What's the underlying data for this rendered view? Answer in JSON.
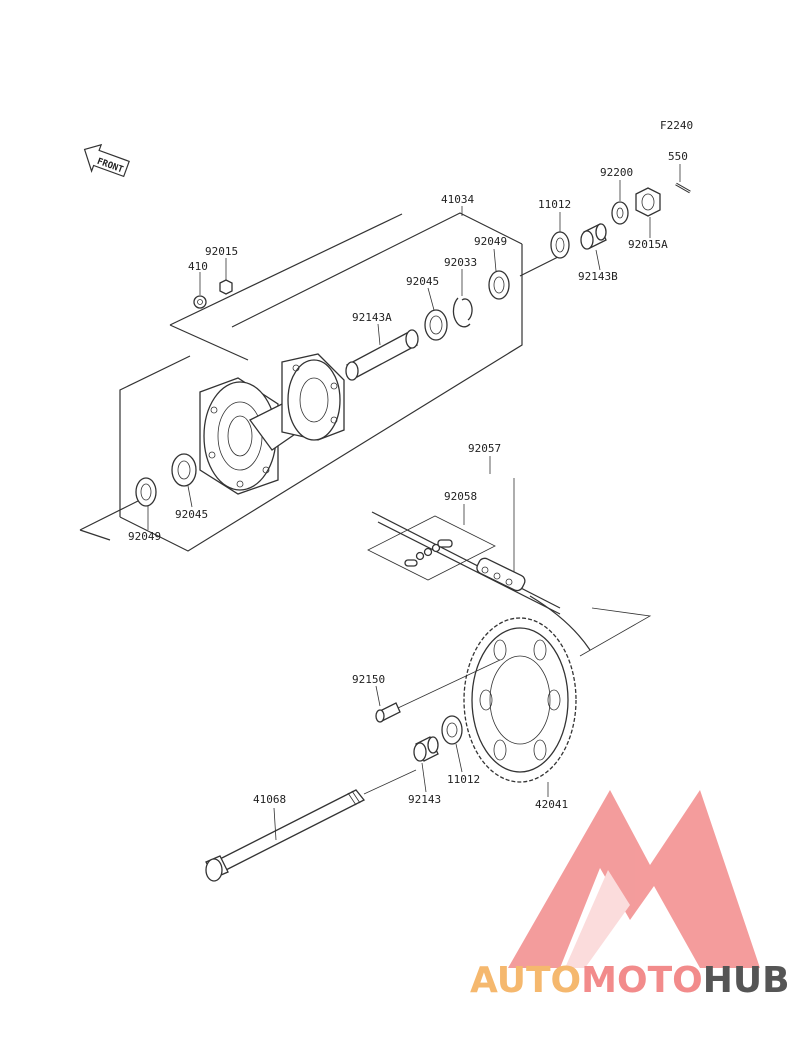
{
  "diagram": {
    "code": "F2240",
    "front_label": "FRONT",
    "parts": {
      "p410": "410",
      "p92015": "92015",
      "p41034": "41034",
      "p11012_top": "11012",
      "p92200": "92200",
      "p550": "550",
      "p92049_top": "92049",
      "p92033": "92033",
      "p92045_top": "92045",
      "p92143A": "92143A",
      "p92143B": "92143B",
      "p92015A": "92015A",
      "p92045_bottom": "92045",
      "p92049_bottom": "92049",
      "p92057": "92057",
      "p92058": "92058",
      "p92150": "92150",
      "p41068": "41068",
      "p92143": "92143",
      "p11012_bottom": "11012",
      "p42041": "42041"
    }
  },
  "watermark": {
    "part1": "AUTO",
    "part2": "MOTO",
    "part3": "HUB",
    "colors": {
      "auto": "#f5b86e",
      "moto": "#f28b8b",
      "hub": "#555555",
      "triangle": "#f28b8b"
    }
  }
}
